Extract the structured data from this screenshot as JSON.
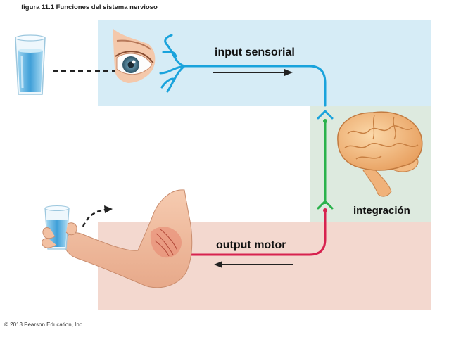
{
  "figure_title": "figura 11.1  Funciones del sistema nervioso",
  "labels": {
    "sensory": "input sensorial",
    "integration": "integración",
    "motor": "output motor"
  },
  "copyright": "© 2013 Pearson Education, Inc.",
  "colors": {
    "sensory_zone": "#d6ecf6",
    "integration_zone": "#ddeadf",
    "motor_zone": "#f3d8cf",
    "sensory_nerve": "#1aa3dc",
    "integration_nerve": "#2bb24c",
    "motor_nerve": "#d7224f"
  },
  "icons": [
    "water-glass-icon",
    "eye-icon",
    "brain-icon",
    "arm-hand-icon"
  ]
}
